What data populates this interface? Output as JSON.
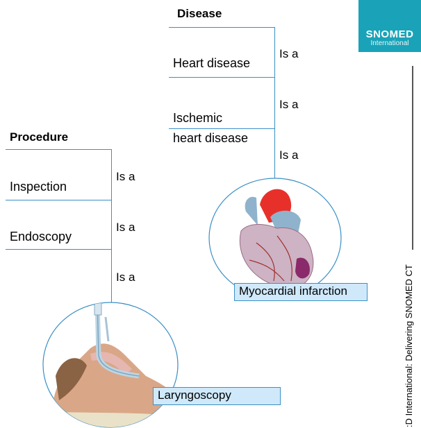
{
  "disease": {
    "heading": "Disease",
    "levels": [
      "Heart disease",
      "Ischemic",
      "heart disease"
    ],
    "is_a": [
      "Is a",
      "Is a",
      "Is a"
    ],
    "example": "Myocardial infarction"
  },
  "procedure": {
    "heading": "Procedure",
    "levels": [
      "Inspection",
      "Endoscopy"
    ],
    "is_a": [
      "Is a",
      "Is a",
      "Is a"
    ],
    "example": "Laryngoscopy"
  },
  "logo": {
    "line1": "SNOMED",
    "line2": "International"
  },
  "side_text": ":D International: Delivering SNOMED CT",
  "colors": {
    "accent": "#3a8fc6",
    "label_bg": "#cfe9fb",
    "logo_bg": "#1aa3b8"
  }
}
